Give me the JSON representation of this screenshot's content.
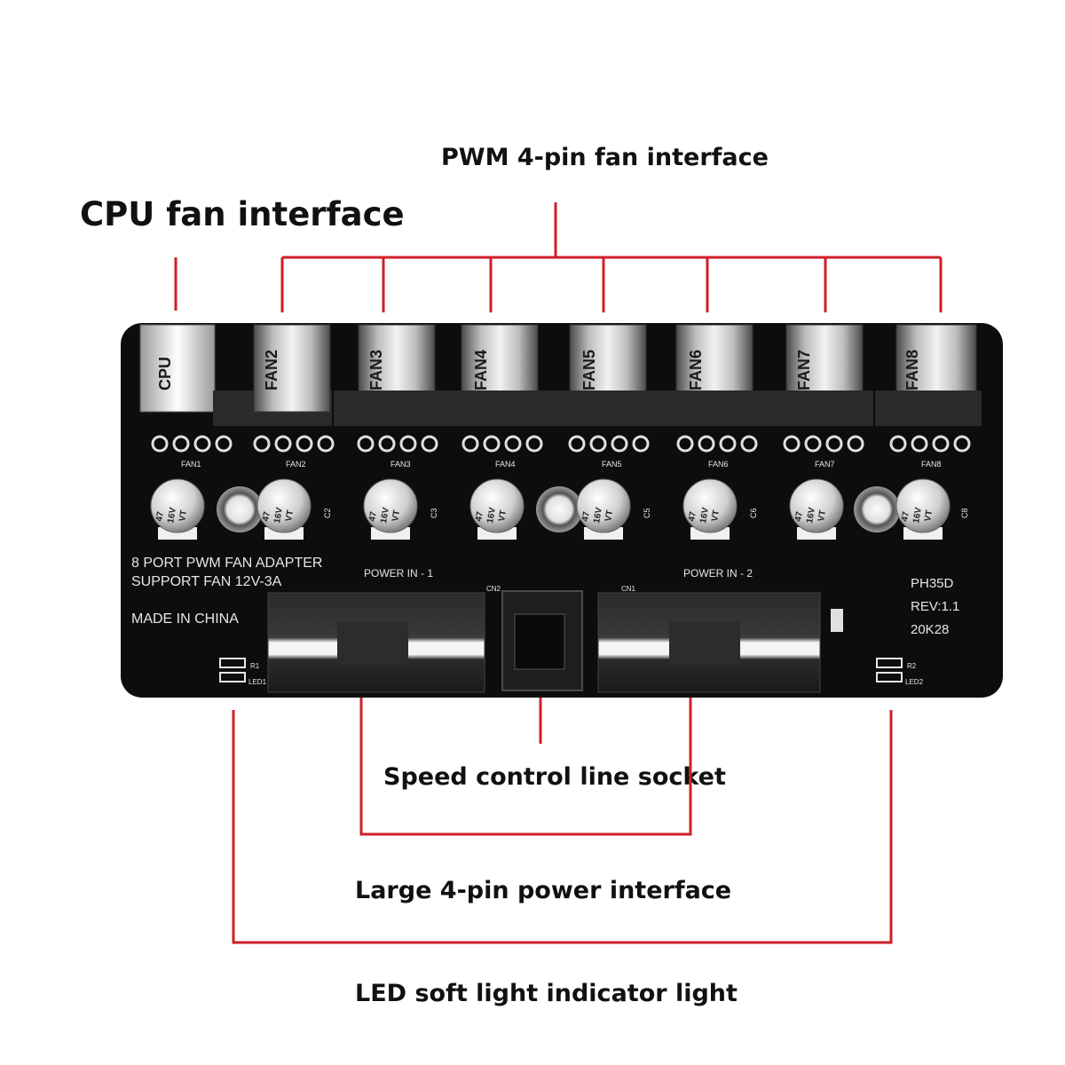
{
  "callouts": {
    "cpu_fan": "CPU fan interface",
    "pwm_fans": "PWM 4-pin fan interface",
    "speed_socket": "Speed control line socket",
    "power_4pin": "Large 4-pin power interface",
    "led": "LED soft light indicator light"
  },
  "board": {
    "header_labels": [
      "CPU",
      "FAN2",
      "FAN3",
      "FAN4",
      "FAN5",
      "FAN6",
      "FAN7",
      "FAN8"
    ],
    "pin_labels": [
      "FAN1",
      "FAN2",
      "FAN3",
      "FAN4",
      "FAN5",
      "FAN6",
      "FAN7",
      "FAN8"
    ],
    "capacitor_marking": [
      "47",
      "16V",
      "VT"
    ],
    "capacitor_refs": [
      "C2",
      "C3",
      "C5",
      "C6",
      "C8"
    ],
    "title_line1": "8 PORT PWM FAN ADAPTER",
    "title_line2": "SUPPORT FAN 12V-3A",
    "made_in": "MADE IN CHINA",
    "power_in_1": "POWER IN - 1",
    "power_in_2": "POWER  IN - 2",
    "ref_cn2": "CN2",
    "ref_cn1": "CN1",
    "model": "PH35D",
    "revision": "REV:1.1",
    "date_code": "20K28",
    "r1": "R1",
    "led1": "LED1",
    "r2": "R2",
    "led2": "LED2"
  },
  "colors": {
    "leader_line": "#cf1f2a",
    "pcb": "#0d0d0d",
    "silkscreen": "#e6e6e6"
  }
}
